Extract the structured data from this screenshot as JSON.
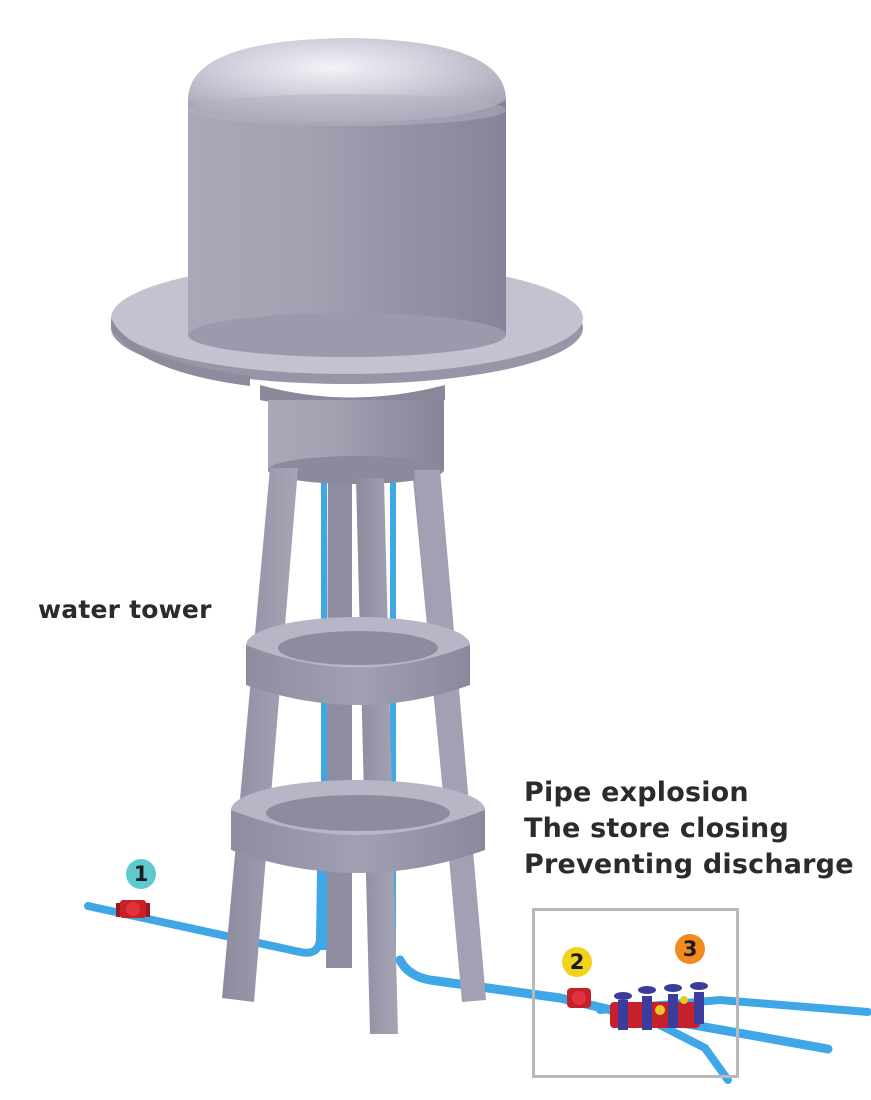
{
  "labels": {
    "water_tower": "water tower",
    "notes": [
      "Pipe explosion",
      "The store closing",
      "Preventing discharge"
    ]
  },
  "badges": [
    {
      "number": "1",
      "color": "#5ec9cf"
    },
    {
      "number": "2",
      "color": "#f2d21a"
    },
    {
      "number": "3",
      "color": "#f28a1c"
    }
  ],
  "colors": {
    "tower": "#9a98a9",
    "tower_dark": "#7e7c8e",
    "tower_light": "#c2c1d0",
    "pipe": "#3fa7e6",
    "valve": "#c8202a",
    "valve_handle": "#3a3d9c",
    "box": "#b9b9b9"
  }
}
